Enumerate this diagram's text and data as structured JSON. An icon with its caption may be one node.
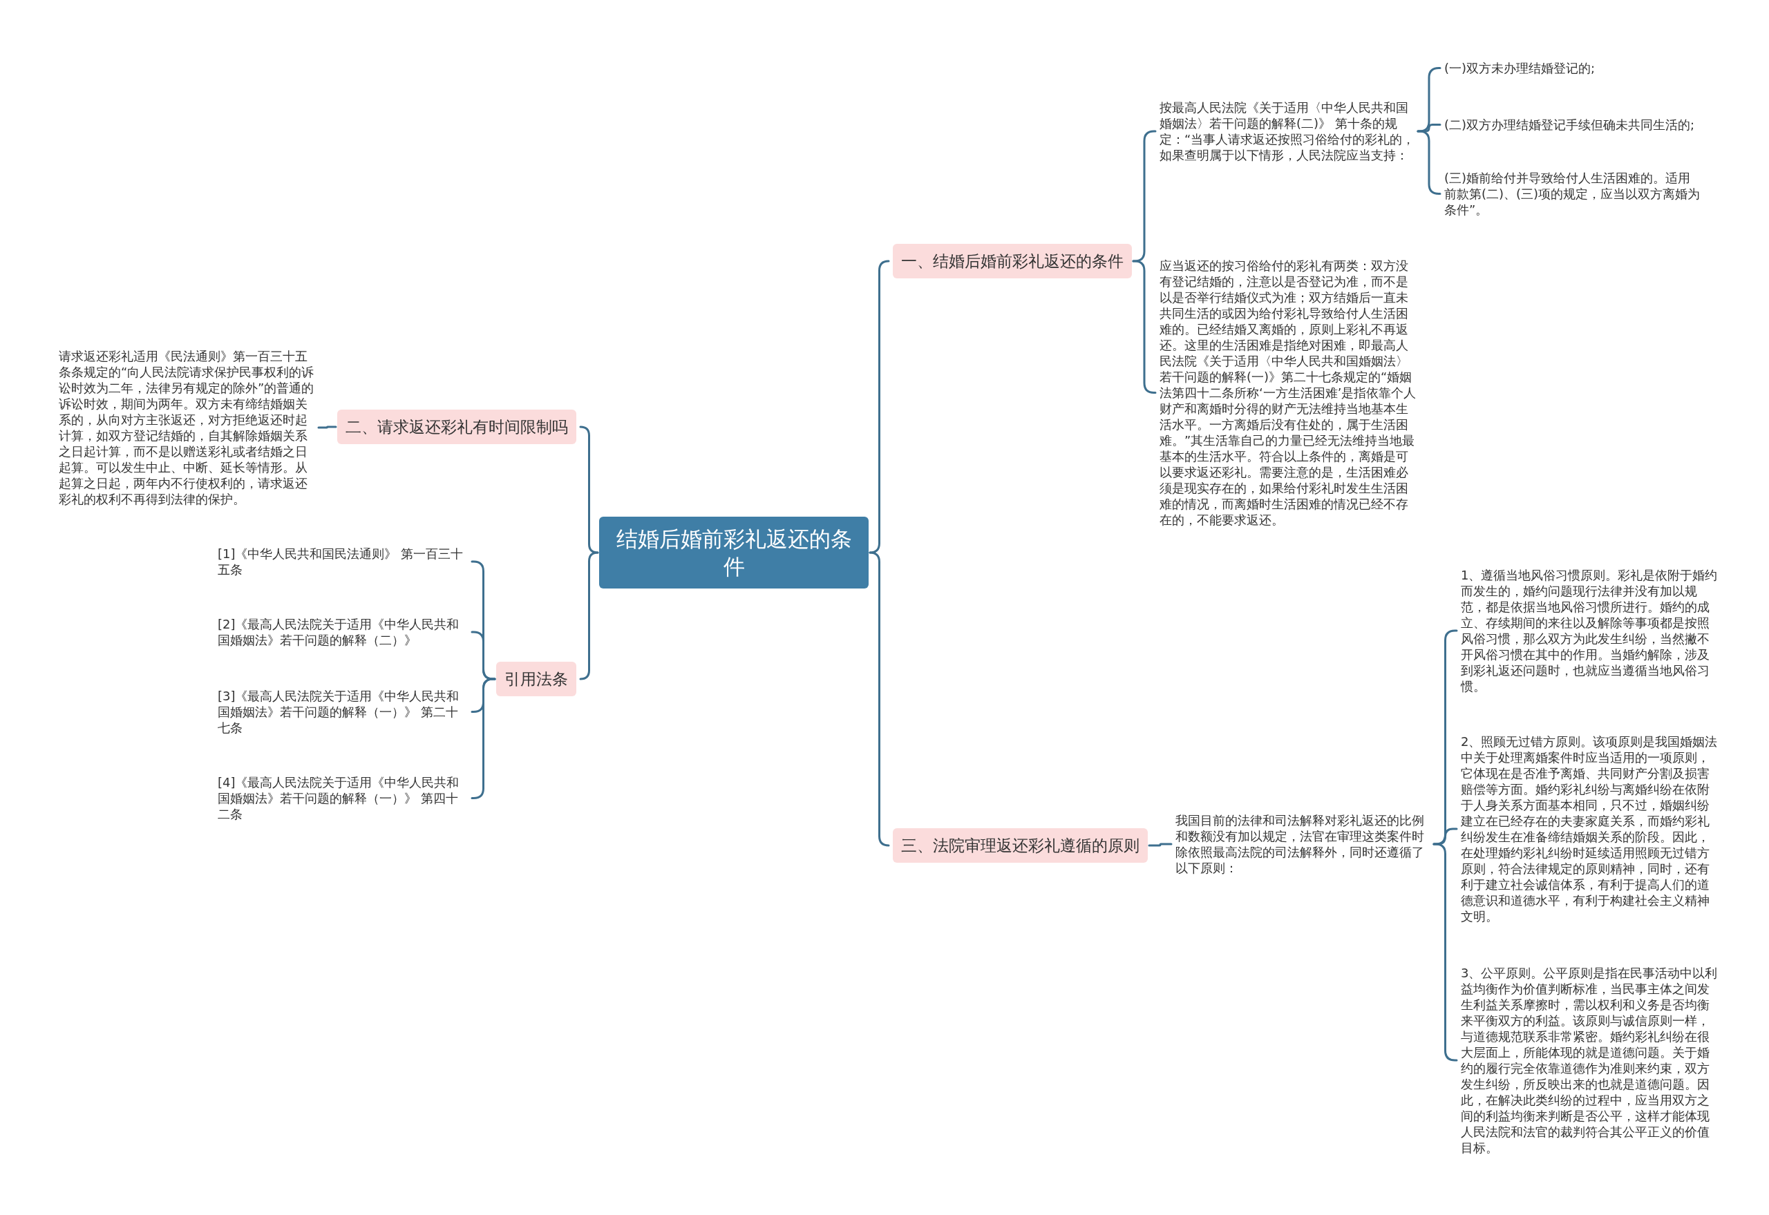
{
  "diagram": {
    "nodes": [
      {
        "text": [
          "结婚后婚前彩礼返还的条件"
        ]
      },
      {
        "text": [
          "一、结婚后婚前彩礼返还的条件"
        ]
      },
      {
        "text": [
          "按最高人民法院《关于适用〈中华人民共和国婚姻法〉若干问题的解释(二)》 第十条的规定：“当事人请求返还按照习俗给付的彩礼的，如果查明属于以下情形，人民法院应当支持："
        ]
      },
      {
        "text": [
          "(一)双方未办理结婚登记的;"
        ]
      },
      {
        "text": [
          "(二)双方办理结婚登记手续但确未共同生活的;"
        ]
      },
      {
        "text": [
          "(三)婚前给付并导致给付人生活困难的。适用前款第(二)、(三)项的规定，应当以双方离婚为条件”。"
        ]
      },
      {
        "text": [
          "应当返还的按习俗给付的彩礼有两类：双方没有登记结婚的，注意以是否登记为准，而不是以是否举行结婚仪式为准；双方结婚后一直未共同生活的或因为给付彩礼导致给付人生活困难的。已经结婚又离婚的，原则上彩礼不再返还。这里的生活困难是指绝对困难，即最高人民法院《关于适用〈中华人民共和国婚姻法〉若干问题的解释(一)》第二十七条规定的“婚姻法第四十二条所称‘一方生活困难’是指依靠个人财产和离婚时分得的财产无法维持当地基本生活水平。一方离婚后没有住处的，属于生活困难。”其生活靠自己的力量已经无法维持当地最基本的生活水平。符合以上条件的，离婚是可以要求返还彩礼。需要注意的是，生活困难必须是现实存在的，如果给付彩礼时发生生活困难的情况，而离婚时生活困难的情况已经不存在的，不能要求返还。"
        ]
      },
      {
        "text": [
          "二、请求返还彩礼有时间限制吗"
        ]
      },
      {
        "text": [
          "请求返还彩礼适用《民法通则》第一百三十五条条规定的“向人民法院请求保护民事权利的诉讼时效为二年，法律另有规定的除外”的普通的诉讼时效，期间为两年。双方未有缔结婚姻关系的，从向对方主张返还，对方拒绝返还时起计算，如双方登记结婚的，自其解除婚姻关系之日起计算，而不是以赠送彩礼或者结婚之日起算。可以发生中止、中断、延长等情形。从起算之日起，两年内不行使权利的，请求返还彩礼的权利不再得到法律的保护。"
        ]
      },
      {
        "text": [
          "引用法条"
        ]
      },
      {
        "text": [
          "[1]《中华人民共和国民法通则》 第一百三十五条"
        ]
      },
      {
        "text": [
          "[2]《最高人民法院关于适用《中华人民共和国婚姻法》若干问题的解释（二）》"
        ]
      },
      {
        "text": [
          "[3]《最高人民法院关于适用《中华人民共和国婚姻法》若干问题的解释（一）》 第二十七条"
        ]
      },
      {
        "text": [
          "[4]《最高人民法院关于适用《中华人民共和国婚姻法》若干问题的解释（一）》 第四十二条"
        ]
      },
      {
        "text": [
          "三、法院审理返还彩礼遵循的原则"
        ]
      },
      {
        "text": [
          "我国目前的法律和司法解释对彩礼返还的比例和数额没有加以规定，法官在审理这类案件时除依照最高法院的司法解释外，同时还遵循了以下原则："
        ]
      },
      {
        "text": [
          "1、遵循当地风俗习惯原则。彩礼是依附于婚约而发生的，婚约问题现行法律并没有加以规范，都是依据当地风俗习惯所进行。婚约的成立、存续期间的来往以及解除等事项都是按照风俗习惯，那么双方为此发生纠纷，当然撇不开风俗习惯在其中的作用。当婚约解除，涉及到彩礼返还问题时，也就应当遵循当地风俗习惯。"
        ]
      },
      {
        "text": [
          "2、照顾无过错方原则。该项原则是我国婚姻法中关于处理离婚案件时应当适用的一项原则，它体现在是否准予离婚、共同财产分割及损害赔偿等方面。婚约彩礼纠纷与离婚纠纷在依附于人身关系方面基本相同，只不过，婚姻纠纷建立在已经存在的夫妻家庭关系，而婚约彩礼纠纷发生在准备缔结婚姻关系的阶段。因此，在处理婚约彩礼纠纷时延续适用照顾无过错方原则，符合法律规定的原则精神，同时，还有利于建立社会诚信体系，有利于提高人们的道德意识和道德水平，有利于构建社会主义精神文明。"
        ]
      },
      {
        "text": [
          "3、公平原则。公平原则是指在民事活动中以利益均衡作为价值判断标准，当民事主体之间发生利益关系摩擦时，需以权利和义务是否均衡来平衡双方的利益。该原则与诚信原则一样，与道德规范联系非常紧密。婚约彩礼纠纷在很大层面上，所能体现的就是道德问题。关于婚约的履行完全依靠道德作为准则来约束，双方发生纠纷，所反映出来的也就是道德问题。因此，在解决此类纠纷的过程中，应当用双方之间的利益均衡来判断是否公平，这样才能体现人民法院和法官的裁判符合其公平正义的价值目标。"
        ]
      }
    ],
    "edges": [
      {
        "from": 0,
        "to": 1,
        "arrow": "none"
      },
      {
        "from": 1,
        "to": 2,
        "arrow": "none"
      },
      {
        "from": 2,
        "to": 3,
        "arrow": "none"
      },
      {
        "from": 2,
        "to": 4,
        "arrow": "none"
      },
      {
        "from": 2,
        "to": 5,
        "arrow": "none"
      },
      {
        "from": 1,
        "to": 6,
        "arrow": "none"
      },
      {
        "from": 0,
        "to": 7,
        "arrow": "none"
      },
      {
        "from": 7,
        "to": 8,
        "arrow": "none"
      },
      {
        "from": 0,
        "to": 9,
        "arrow": "none"
      },
      {
        "from": 9,
        "to": 10,
        "arrow": "none"
      },
      {
        "from": 9,
        "to": 11,
        "arrow": "none"
      },
      {
        "from": 9,
        "to": 12,
        "arrow": "none"
      },
      {
        "from": 9,
        "to": 13,
        "arrow": "none"
      },
      {
        "from": 0,
        "to": 14,
        "arrow": "none"
      },
      {
        "from": 14,
        "to": 15,
        "arrow": "none"
      },
      {
        "from": 15,
        "to": 16,
        "arrow": "none"
      },
      {
        "from": 15,
        "to": 17,
        "arrow": "none"
      },
      {
        "from": 15,
        "to": 18,
        "arrow": "none"
      }
    ]
  }
}
